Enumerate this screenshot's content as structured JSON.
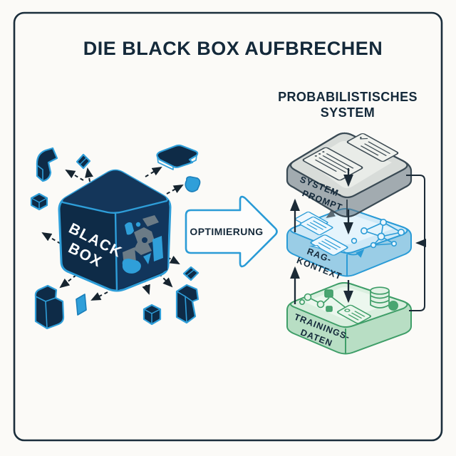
{
  "title": "DIE BLACK BOX AUFBRECHEN",
  "black_box": {
    "label_line1": "BLACK",
    "label_line2": "BOX"
  },
  "transform_arrow": {
    "label": "OPTIMIERUNG"
  },
  "system": {
    "heading_line1": "PROBABILISTISCHES",
    "heading_line2": "SYSTEM",
    "layers": [
      {
        "id": "system-prompt",
        "label_line1": "SYSTEM-",
        "label_line2": "PROMPT",
        "color": "#6e7f8b"
      },
      {
        "id": "rag-kontext",
        "label_line1": "RAG-",
        "label_line2": "KONTEXT",
        "color": "#2a9bd6"
      },
      {
        "id": "trainings-daten",
        "label_line1": "TRAININGS-",
        "label_line2": "DATEN",
        "color": "#3f9e68"
      }
    ]
  },
  "colors": {
    "background": "#fbfaf7",
    "border": "#1b2e3c",
    "navy_text": "#14293a",
    "cube_fill": "#0e2b47",
    "accent_blue": "#2e9ed9",
    "debris_gray": "#6b7b86",
    "layer_gray_stroke": "#3a4a54",
    "layer_blue_stroke": "#2a9bd6",
    "layer_green_stroke": "#3f9e68",
    "flow_arrow": "#1b2a36"
  }
}
